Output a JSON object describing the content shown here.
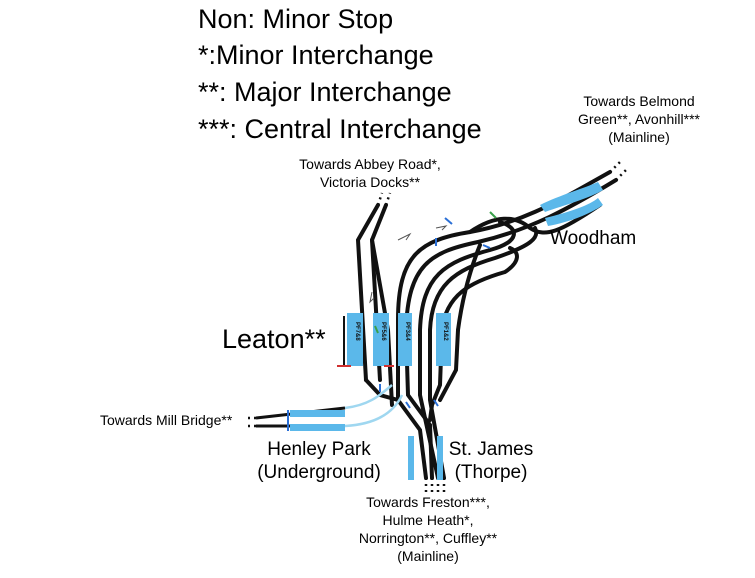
{
  "legend": {
    "minor_stop": "Non: Minor Stop",
    "minor_interchange": "*:Minor Interchange",
    "major_interchange": "**: Major Interchange",
    "central_interchange": "***: Central Interchange"
  },
  "destinations": {
    "belmond": [
      "Towards Belmond",
      "Green**, Avonhill***",
      "(Mainline)"
    ],
    "abbey_road": [
      "Towards Abbey Road*,",
      "Victoria Docks**"
    ],
    "mill_bridge": "Towards Mill Bridge**",
    "freston": [
      "Towards Freston***,",
      "Hulme Heath*,",
      "Norrington**, Cuffley**",
      "(Mainline)"
    ]
  },
  "stations": {
    "woodham": "Woodham",
    "leaton": "Leaton**",
    "henley_park": [
      "Henley Park",
      "(Underground)"
    ],
    "st_james": [
      "St. James",
      "(Thorpe)"
    ]
  },
  "platforms": {
    "pf78": "PF7&8",
    "pf56": "PF5&6",
    "pf34": "PF3&4",
    "pf12": "PF1&2"
  },
  "colors": {
    "track": "#111111",
    "platform": "#5bb8ea",
    "underground_track": "#9fd7f0",
    "signal_red": "#d03030",
    "signal_blue": "#2a6fd6",
    "signal_green": "#3aa04a"
  }
}
